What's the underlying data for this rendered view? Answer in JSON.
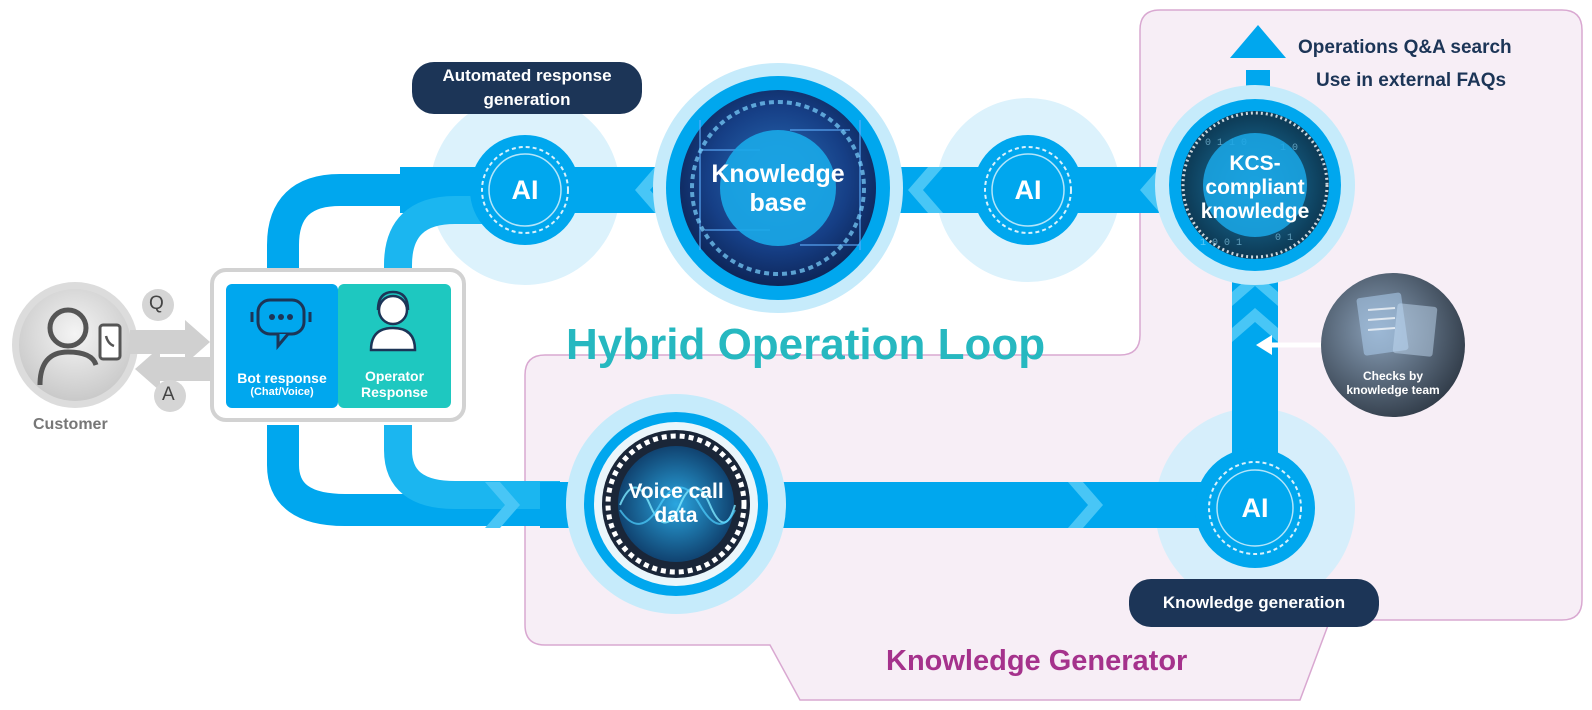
{
  "diagram": {
    "title": "Hybrid Operation Loop",
    "region_label": "Knowledge Generator",
    "customer": {
      "label": "Customer",
      "q": "Q",
      "a": "A",
      "icon": "customer-phone-icon"
    },
    "bot_response": {
      "label": "Bot response",
      "sub": "(Chat/Voice)",
      "icon": "chatbot-icon"
    },
    "operator_response": {
      "label_line1": "Operator",
      "label_line2": "Response",
      "icon": "operator-headset-icon"
    },
    "automated_response": {
      "line1": "Automated response",
      "line2": "generation"
    },
    "knowledge_base": {
      "line1": "Knowledge",
      "line2": "base"
    },
    "kcs": {
      "line1": "KCS-",
      "line2": "compliant",
      "line3": "knowledge"
    },
    "outputs": {
      "line1": "Operations Q&A search",
      "line2": "Use in external FAQs"
    },
    "checks": {
      "line1": "Checks by",
      "line2": "knowledge team"
    },
    "voice_call": {
      "line1": "Voice call",
      "line2": "data"
    },
    "knowledge_generation": "Knowledge generation",
    "ai_label": "AI",
    "colors": {
      "flow_blue": "#00a7ee",
      "dark_navy": "#1c3557",
      "teal": "#1ec8c0",
      "title_teal": "#26b8c0",
      "region_purple": "#a5328c",
      "region_fill": "#f7eef6"
    }
  }
}
